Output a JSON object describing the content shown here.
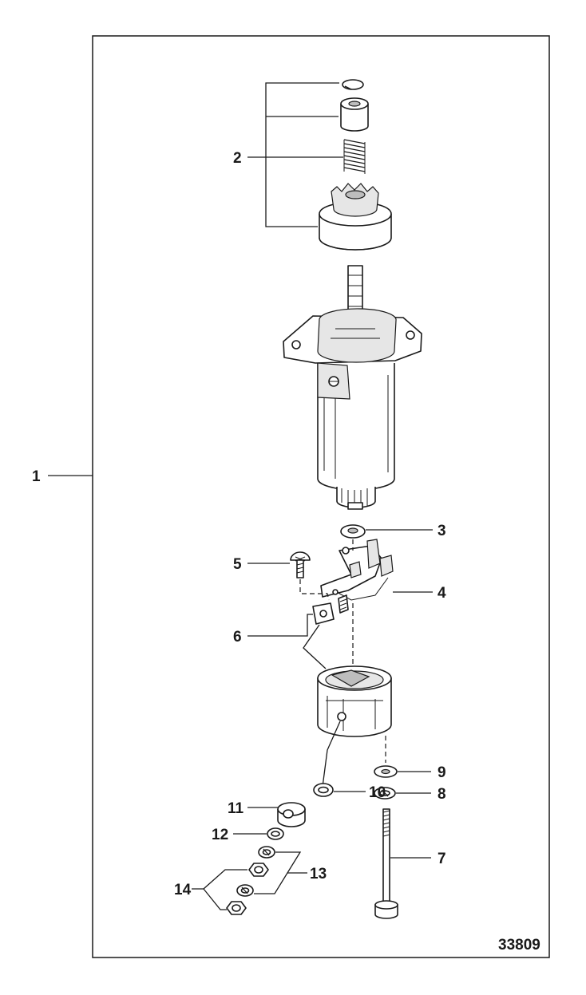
{
  "diagram": {
    "figure_number": "33809",
    "callouts": [
      "1",
      "2",
      "3",
      "4",
      "5",
      "6",
      "7",
      "8",
      "9",
      "10",
      "11",
      "12",
      "13",
      "14"
    ]
  }
}
